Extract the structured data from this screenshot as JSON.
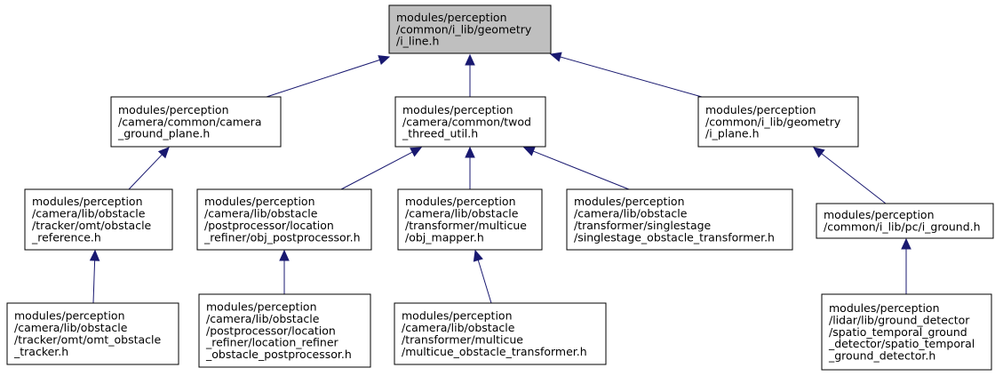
{
  "colors": {
    "root_fill": "#bfbfbf",
    "node_fill": "#ffffff",
    "border": "#000000",
    "edge": "#191970"
  },
  "nodes": {
    "root": [
      "modules/perception",
      "/common/i_lib/geometry",
      "/i_line.h"
    ],
    "camera_ground_plane": [
      "modules/perception",
      "/camera/common/camera",
      "_ground_plane.h"
    ],
    "twod_threed_util": [
      "modules/perception",
      "/camera/common/twod",
      "_threed_util.h"
    ],
    "i_plane": [
      "modules/perception",
      "/common/i_lib/geometry",
      "/i_plane.h"
    ],
    "omt_obstacle_reference": [
      "modules/perception",
      "/camera/lib/obstacle",
      "/tracker/omt/obstacle",
      "_reference.h"
    ],
    "obj_postprocessor": [
      "modules/perception",
      "/camera/lib/obstacle",
      "/postprocessor/location",
      "_refiner/obj_postprocessor.h"
    ],
    "obj_mapper": [
      "modules/perception",
      "/camera/lib/obstacle",
      "/transformer/multicue",
      "/obj_mapper.h"
    ],
    "singlestage_transformer": [
      "modules/perception",
      "/camera/lib/obstacle",
      "/transformer/singlestage",
      "/singlestage_obstacle_transformer.h"
    ],
    "i_ground": [
      "modules/perception",
      "/common/i_lib/pc/i_ground.h"
    ],
    "omt_obstacle_tracker": [
      "modules/perception",
      "/camera/lib/obstacle",
      "/tracker/omt/omt_obstacle",
      "_tracker.h"
    ],
    "location_refiner_postprocessor": [
      "modules/perception",
      "/camera/lib/obstacle",
      "/postprocessor/location",
      "_refiner/location_refiner",
      "_obstacle_postprocessor.h"
    ],
    "multicue_transformer": [
      "modules/perception",
      "/camera/lib/obstacle",
      "/transformer/multicue",
      "/multicue_obstacle_transformer.h"
    ],
    "spatio_temporal_ground_detector": [
      "modules/perception",
      "/lidar/lib/ground_detector",
      "/spatio_temporal_ground",
      "_detector/spatio_temporal",
      "_ground_detector.h"
    ]
  },
  "edges": [
    [
      "camera_ground_plane",
      "root"
    ],
    [
      "twod_threed_util",
      "root"
    ],
    [
      "i_plane",
      "root"
    ],
    [
      "omt_obstacle_reference",
      "camera_ground_plane"
    ],
    [
      "obj_postprocessor",
      "twod_threed_util"
    ],
    [
      "obj_mapper",
      "twod_threed_util"
    ],
    [
      "singlestage_transformer",
      "twod_threed_util"
    ],
    [
      "i_ground",
      "i_plane"
    ],
    [
      "omt_obstacle_tracker",
      "omt_obstacle_reference"
    ],
    [
      "location_refiner_postprocessor",
      "obj_postprocessor"
    ],
    [
      "multicue_transformer",
      "obj_mapper"
    ],
    [
      "spatio_temporal_ground_detector",
      "i_ground"
    ]
  ]
}
